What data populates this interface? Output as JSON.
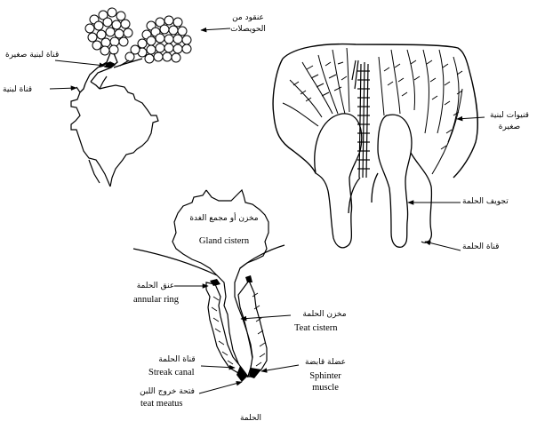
{
  "colors": {
    "ink": "#000000",
    "paper": "#ffffff"
  },
  "labels": {
    "alveoli_clusters": "عنقود من الحويصلات",
    "small_milk_duct": "قناة لبنية صغيرة",
    "milk_duct": "قناة لبنية",
    "small_milk_ductules": "قنيوات لبنية صغيرة",
    "teat_cavity": "تجويف الحلمة",
    "teat_canal_right": "قناة الحلمة",
    "gland_cistern_ar": "مخزن أو مجمع الغدة",
    "gland_cistern_en": "Gland cistern",
    "annular_ring_ar": "عنق الحلمة",
    "annular_ring_en": "annular ring",
    "teat_cistern_ar": "مخزن الحلمة",
    "teat_cistern_en": "Teat cistern",
    "streak_canal_ar": "قناة الحلمة",
    "streak_canal_en": "Streak canal",
    "sphincter_ar": "عضلة قابضة",
    "sphincter_en_1": "Sphinter",
    "sphincter_en_2": "muscle",
    "teat_meatus_ar": "فتحة خروج اللبن",
    "teat_meatus_en": "teat meatus",
    "caption": "الحلمة"
  }
}
